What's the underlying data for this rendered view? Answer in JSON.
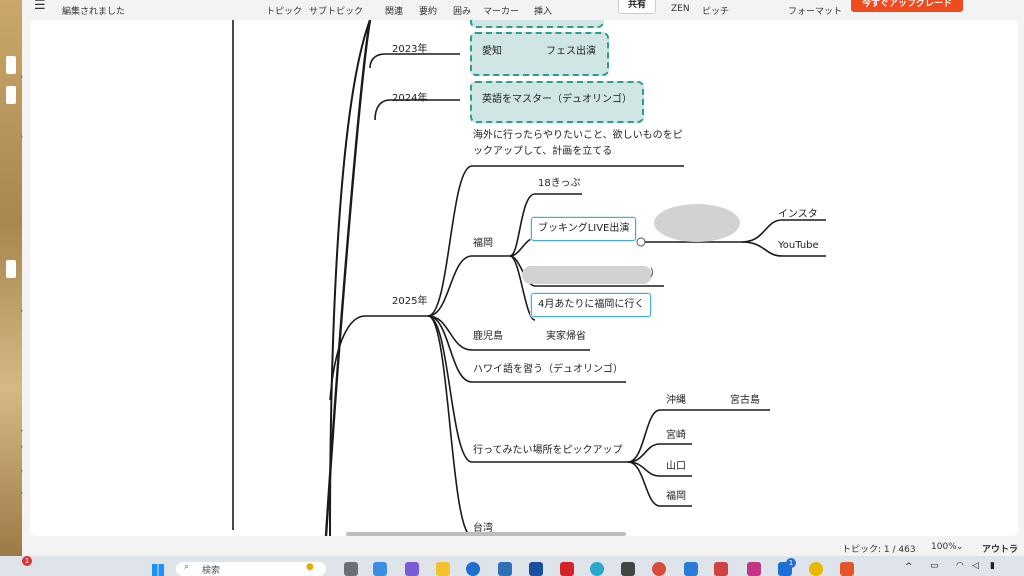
{
  "toolbar": {
    "status": "編集されました",
    "topic": "トピック",
    "subtopic": "サブトピック",
    "related": "関連",
    "summary": "要約",
    "boundary": "囲み",
    "marker": "マーカー",
    "insert": "挿入",
    "share": "共有",
    "zen": "ZEN",
    "pitch": "ピッチ",
    "format": "フォーマット",
    "upgrade": "今すぐアップグレード"
  },
  "mindmap": {
    "y2023": "2023年",
    "y2023_a": "愛知",
    "y2023_b": "フェス出演",
    "y2024": "2024年",
    "y2024_a": "英語をマスター（デュオリンゴ）",
    "y2025": "2025年",
    "abroad_1": "海外に行ったらやりたいこと、欲しいものをピ",
    "abroad_2": "ックアップして、計画を立てる",
    "fukuoka": "福岡",
    "pass18": "18きっぷ",
    "booking": "ブッキングLIVE出演",
    "insta": "インスタ",
    "youtube": "YouTube",
    "partial": "）",
    "april": "4月あたりに福岡に行く",
    "kagoshima": "鹿児島",
    "homecoming": "実家帰省",
    "hawaiian": "ハワイ語を習う（デュオリンゴ）",
    "pickup": "行ってみたい場所をピックアップ",
    "okinawa": "沖縄",
    "miyakojima": "宮古島",
    "miyazaki": "宮崎",
    "yamaguchi": "山口",
    "fukuoka2": "福岡",
    "taiwan": "台湾"
  },
  "statusbar": {
    "topics": "トピック: 1 / 463",
    "zoom": "100%",
    "outline": "アウトライ"
  },
  "taskbar": {
    "search_placeholder": "検索",
    "badge_left": "1",
    "badge_mid": "1"
  }
}
